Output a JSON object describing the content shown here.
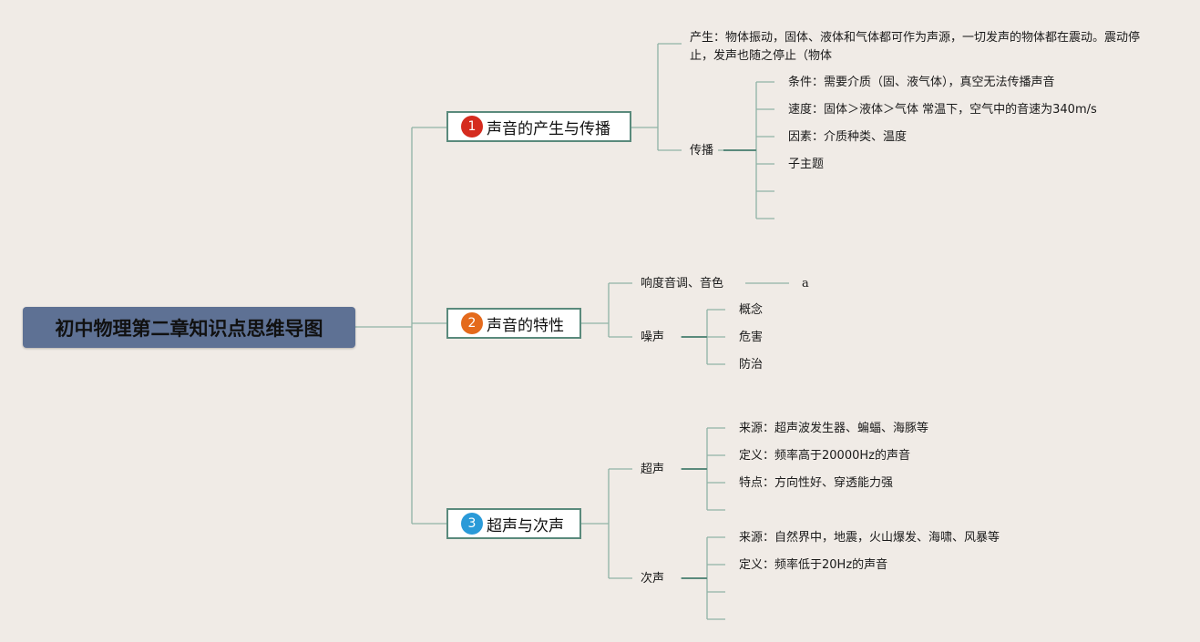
{
  "colors": {
    "line": "#8fb3a6",
    "line_dark": "#5a8a7c",
    "root_bg": "#5e7194",
    "background": "#f0ebe6"
  },
  "root": {
    "label": "初中物理第二章知识点思维导图"
  },
  "topics": [
    {
      "number": "1",
      "label": "声音的产生与传播",
      "produce": "产生：物体振动，固体、液体和气体都可作为声源，一切发声的物体都在震动。震动停止，发声也随之停止（物体",
      "propagation": {
        "label": "传播",
        "items": [
          "条件：需要介质（固、液气体），真空无法传播声音",
          "速度：固体＞液体＞气体 常温下，空气中的音速为340m/s",
          "因素：介质种类、温度",
          "子主题",
          "",
          ""
        ]
      }
    },
    {
      "number": "2",
      "label": "声音的特性",
      "loudness": {
        "label": "响度音调、音色",
        "child": "a"
      },
      "noise": {
        "label": "噪声",
        "items": [
          "概念",
          "危害",
          "防治"
        ]
      }
    },
    {
      "number": "3",
      "label": "超声与次声",
      "ultrasound": {
        "label": "超声",
        "items": [
          "来源：超声波发生器、蝙蝠、海豚等",
          "定义：频率高于20000Hz的声音",
          "特点：方向性好、穿透能力强",
          ""
        ]
      },
      "infrasound": {
        "label": "次声",
        "items": [
          "来源：自然界中，地震，火山爆发、海啸、风暴等",
          "定义：频率低于20Hz的声音",
          "",
          ""
        ]
      }
    }
  ]
}
